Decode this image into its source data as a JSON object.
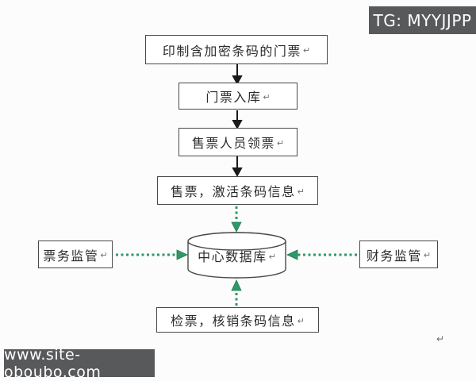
{
  "watermarks": {
    "top_right": "TG: MYYJJPP",
    "bottom_left": "www.site-oboubo.com"
  },
  "return_mark": "↵",
  "colors": {
    "arrow_green": "#2F9868",
    "arrow_black": "#1a1a1a",
    "box_border": "#4a4a4a",
    "badge_background": "#58595b",
    "badge_text": "#ffffff"
  },
  "flowchart": {
    "print": {
      "label": "印制含加密条码的门票"
    },
    "inbound": {
      "label": "门票入库"
    },
    "receive": {
      "label": "售票人员领票"
    },
    "sell": {
      "label": "售票，激活条码信息"
    },
    "database": {
      "label": "中心数据库"
    },
    "ticket_supervision": {
      "label": "票务监管"
    },
    "finance_supervision": {
      "label": "财务监管"
    },
    "check": {
      "label": "检票，核销条码信息"
    }
  }
}
